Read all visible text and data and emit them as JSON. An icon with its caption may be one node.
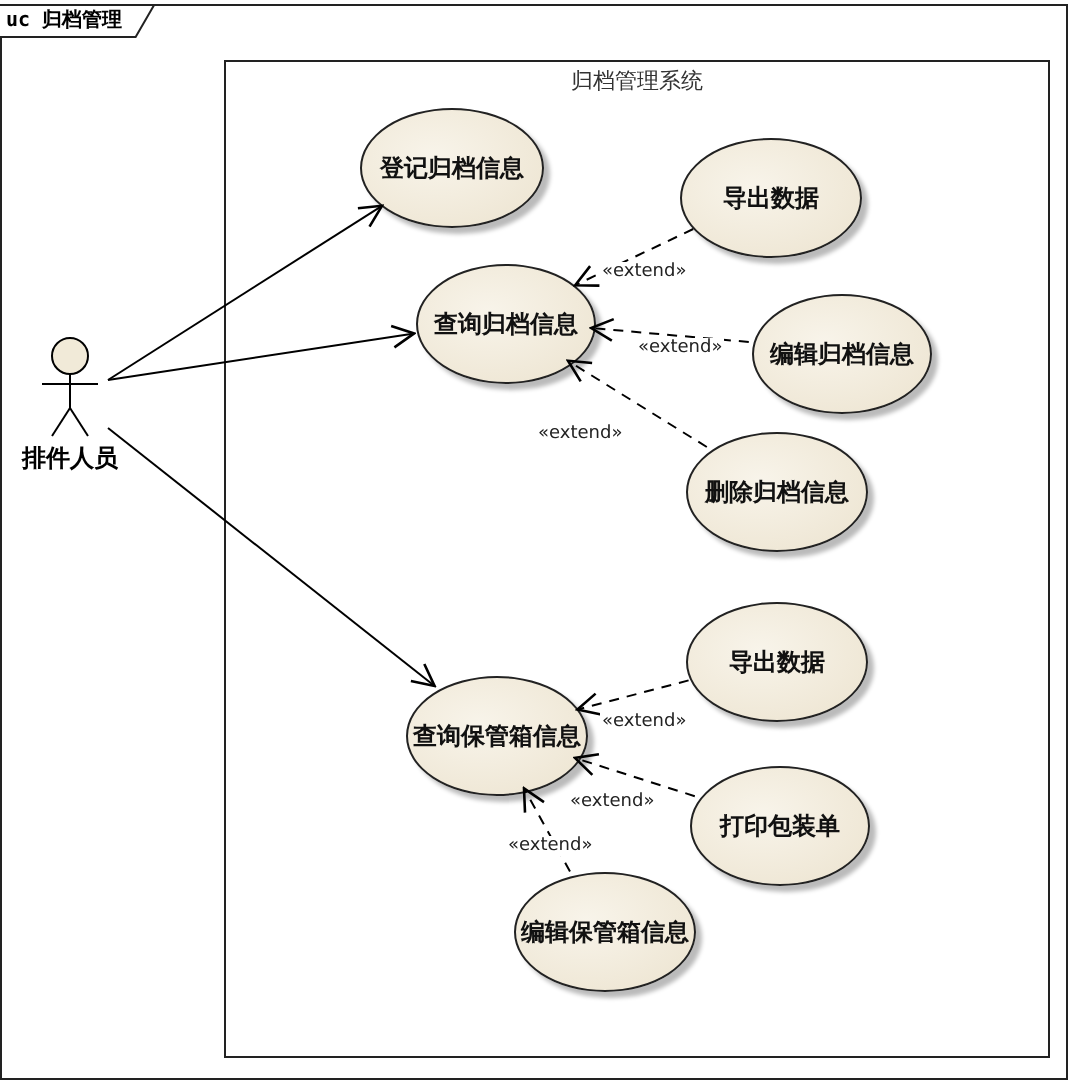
{
  "diagram": {
    "nodes": [
      {
        "text": [
          "uc 归档管理"
        ]
      },
      {
        "text": [
          "归档管理系统"
        ],
        "in": 0
      },
      {
        "text": [
          "排件人员"
        ],
        "in": 0
      },
      {
        "text": [
          "登记归档信息"
        ],
        "in": 1
      },
      {
        "text": [
          "查询归档信息"
        ],
        "in": 1
      },
      {
        "text": [
          "导出数据"
        ],
        "in": 1
      },
      {
        "text": [
          "编辑归档信息"
        ],
        "in": 1
      },
      {
        "text": [
          "删除归档信息"
        ],
        "in": 1
      },
      {
        "text": [
          "查询保管箱信息"
        ],
        "in": 1
      },
      {
        "text": [
          "导出数据"
        ],
        "in": 1
      },
      {
        "text": [
          "打印包装单"
        ],
        "in": 1
      },
      {
        "text": [
          "编辑保管箱信息"
        ],
        "in": 1
      }
    ],
    "edges": [
      {
        "from": 2,
        "to": 3,
        "arrow": "to"
      },
      {
        "from": 2,
        "to": 4,
        "arrow": "to"
      },
      {
        "from": 2,
        "to": 8,
        "arrow": "to"
      },
      {
        "from": 5,
        "to": 4,
        "arrow": "to",
        "label": "«extend»",
        "style": "dashed"
      },
      {
        "from": 6,
        "to": 4,
        "arrow": "to",
        "label": "«extend»",
        "style": "dashed"
      },
      {
        "from": 7,
        "to": 4,
        "arrow": "to",
        "label": "«extend»",
        "style": "dashed"
      },
      {
        "from": 9,
        "to": 8,
        "arrow": "to",
        "label": "«extend»",
        "style": "dashed"
      },
      {
        "from": 10,
        "to": 8,
        "arrow": "to",
        "label": "«extend»",
        "style": "dashed"
      },
      {
        "from": 11,
        "to": 8,
        "arrow": "to",
        "label": "«extend»",
        "style": "dashed"
      }
    ]
  }
}
